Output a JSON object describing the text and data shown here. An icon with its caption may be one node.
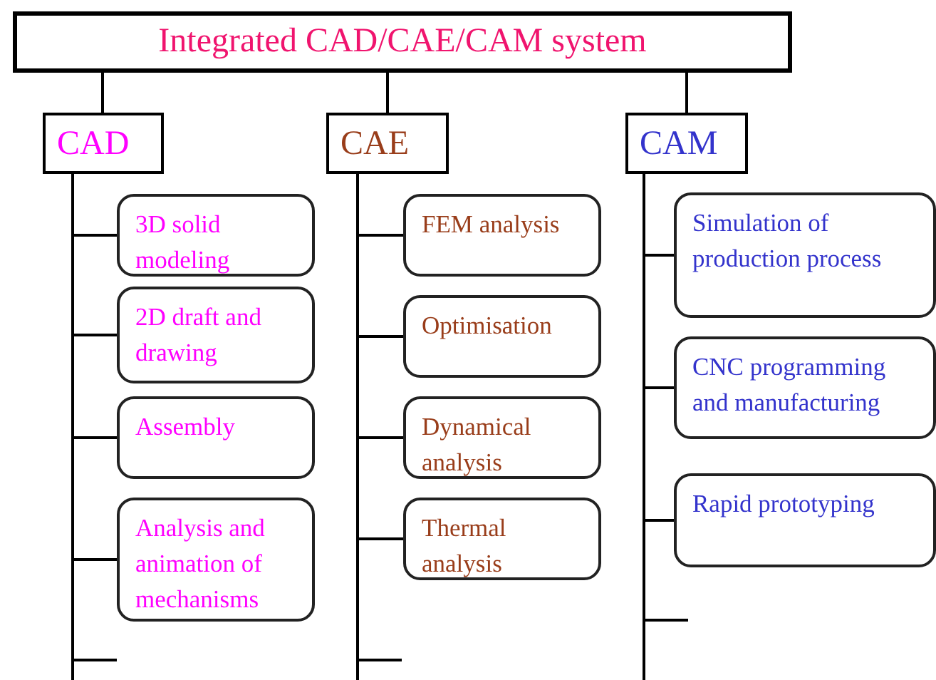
{
  "diagram": {
    "nodes": [
      {
        "text": [
          "Integrated CAD/CAE/CAM system"
        ]
      },
      {
        "text": [
          "CAD"
        ]
      },
      {
        "text": [
          "CAE"
        ]
      },
      {
        "text": [
          "CAM"
        ]
      },
      {
        "text": [
          "3D solid modeling"
        ]
      },
      {
        "text": [
          "2D draft and drawing"
        ]
      },
      {
        "text": [
          "Assembly"
        ]
      },
      {
        "text": [
          "Analysis and animation of mechanisms"
        ]
      },
      {
        "text": [
          "FEM analysis"
        ]
      },
      {
        "text": [
          "Optimisation"
        ]
      },
      {
        "text": [
          "Dynamical analysis"
        ]
      },
      {
        "text": [
          "Thermal analysis"
        ]
      },
      {
        "text": [
          "Simulation of production process"
        ]
      },
      {
        "text": [
          "CNC programming and manufacturing"
        ]
      },
      {
        "text": [
          "Rapid prototyping"
        ]
      }
    ],
    "edges": [
      {
        "from": 0,
        "to": 1,
        "arrow": "none"
      },
      {
        "from": 0,
        "to": 2,
        "arrow": "none"
      },
      {
        "from": 0,
        "to": 3,
        "arrow": "none"
      },
      {
        "from": 1,
        "to": 4,
        "arrow": "none"
      },
      {
        "from": 1,
        "to": 5,
        "arrow": "none"
      },
      {
        "from": 1,
        "to": 6,
        "arrow": "none"
      },
      {
        "from": 1,
        "to": 7,
        "arrow": "none"
      },
      {
        "from": 1,
        "to": null,
        "arrow": "none"
      },
      {
        "from": 2,
        "to": 8,
        "arrow": "none"
      },
      {
        "from": 2,
        "to": 9,
        "arrow": "none"
      },
      {
        "from": 2,
        "to": 10,
        "arrow": "none"
      },
      {
        "from": 2,
        "to": 11,
        "arrow": "none"
      },
      {
        "from": 2,
        "to": null,
        "arrow": "none"
      },
      {
        "from": 3,
        "to": 12,
        "arrow": "none"
      },
      {
        "from": 3,
        "to": 13,
        "arrow": "none"
      },
      {
        "from": 3,
        "to": 14,
        "arrow": "none"
      },
      {
        "from": 3,
        "to": null,
        "arrow": "none"
      }
    ]
  }
}
